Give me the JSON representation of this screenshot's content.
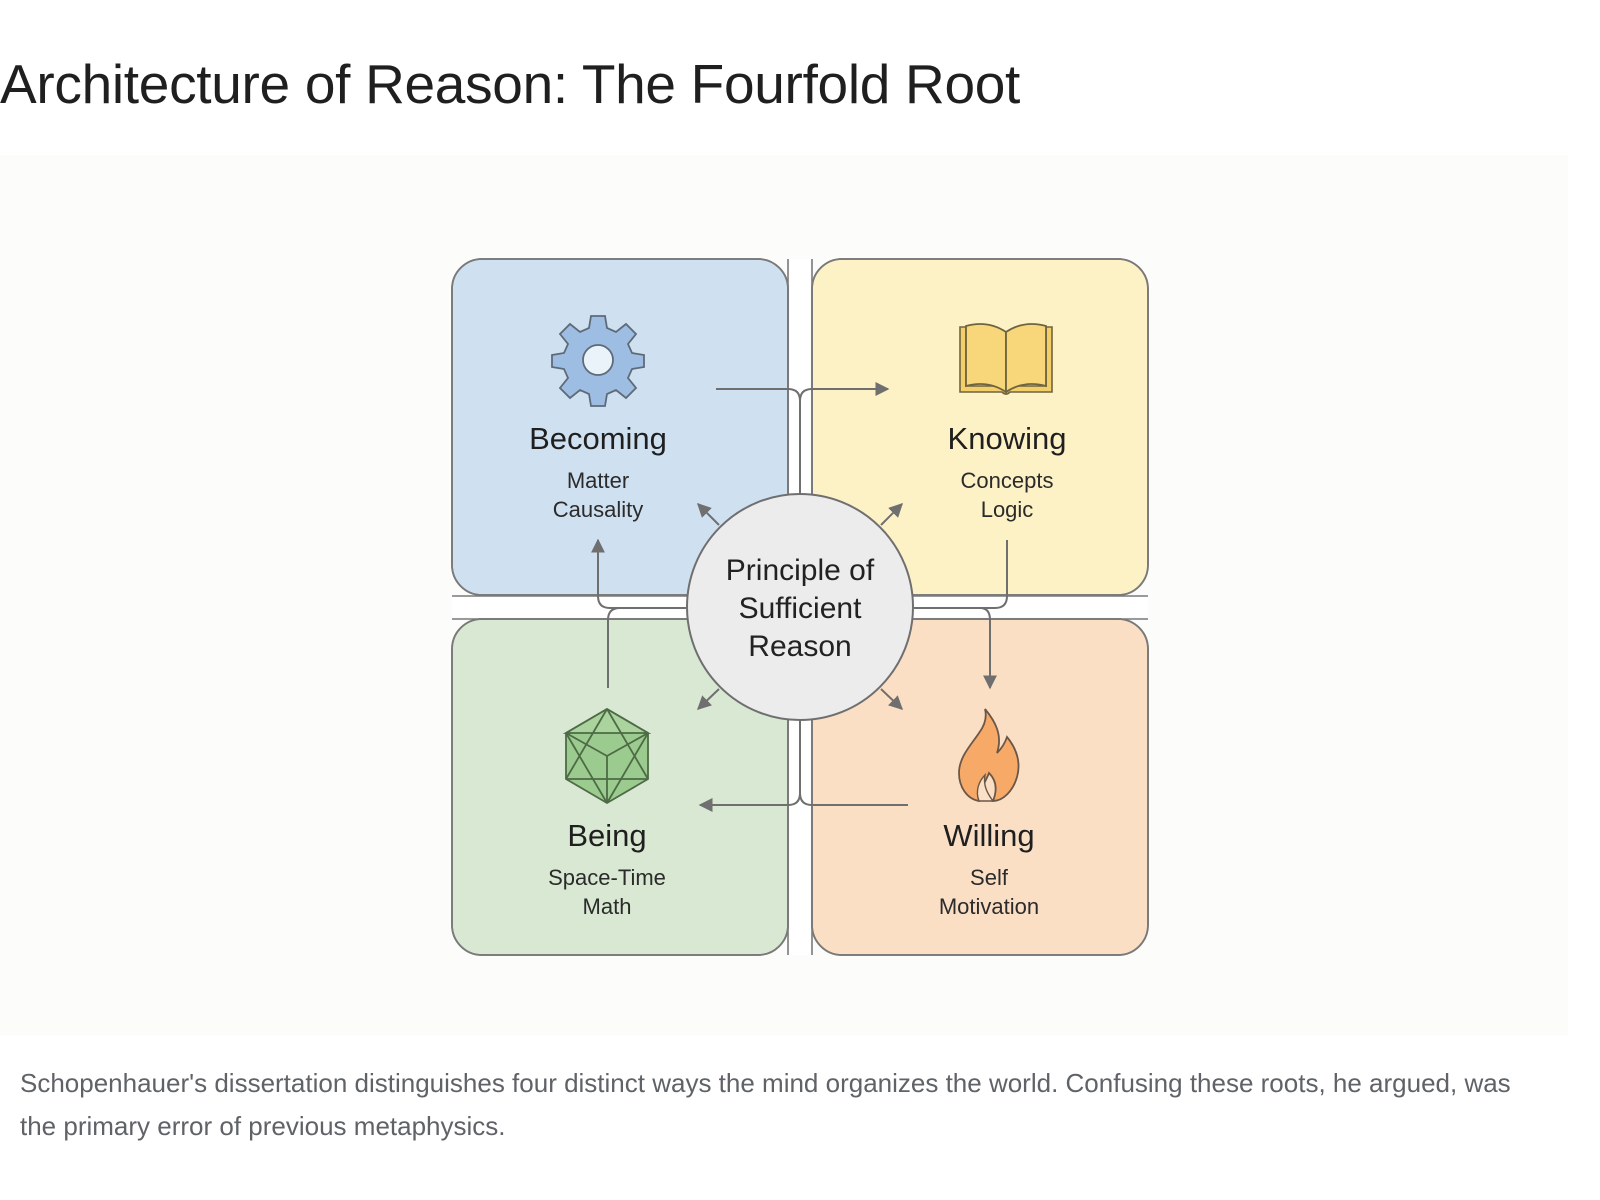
{
  "page": {
    "title": "Architecture of Reason: The Fourfold Root",
    "caption": "Schopenhauer's dissertation distinguishes four distinct ways the mind organizes the world. Confusing these roots, he argued, was the primary error of previous metaphysics."
  },
  "diagram": {
    "center": {
      "lines": [
        "Principle of",
        "Sufficient",
        "Reason"
      ],
      "fill": "#ececec"
    },
    "quadrants": [
      {
        "id": "becoming",
        "title": "Becoming",
        "subtitle_lines": [
          "Matter",
          "Causality"
        ],
        "icon": "gear-icon",
        "fill": "#cfe1f1",
        "icon_color": "#9dbde3"
      },
      {
        "id": "knowing",
        "title": "Knowing",
        "subtitle_lines": [
          "Concepts",
          "Logic"
        ],
        "icon": "open-book-icon",
        "fill": "#fdf1c6",
        "icon_color": "#f7d77a"
      },
      {
        "id": "being",
        "title": "Being",
        "subtitle_lines": [
          "Space-Time",
          "Math"
        ],
        "icon": "icosahedron-icon",
        "fill": "#d9e8d2",
        "icon_color": "#9ccb8f"
      },
      {
        "id": "willing",
        "title": "Willing",
        "subtitle_lines": [
          "Self",
          "Motivation"
        ],
        "icon": "flame-icon",
        "fill": "#fbdfc5",
        "icon_color": "#f7aa68"
      }
    ],
    "connectors": [
      {
        "from": "becoming",
        "to": "knowing"
      },
      {
        "from": "knowing",
        "to": "willing"
      },
      {
        "from": "willing",
        "to": "being"
      },
      {
        "from": "being",
        "to": "becoming"
      },
      {
        "from": "center",
        "to": "becoming"
      },
      {
        "from": "center",
        "to": "knowing"
      },
      {
        "from": "center",
        "to": "being"
      },
      {
        "from": "center",
        "to": "willing"
      }
    ],
    "line_color": "#6f6f6f",
    "border_color": "#7a7a7a"
  }
}
